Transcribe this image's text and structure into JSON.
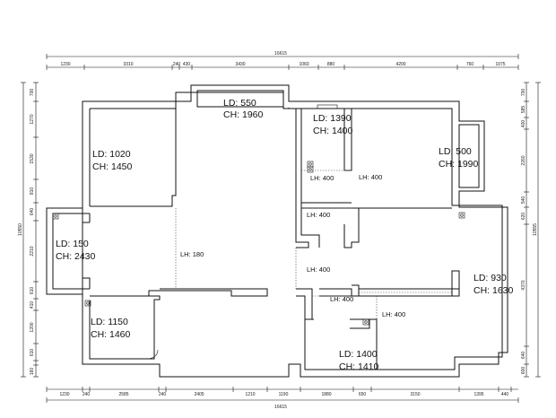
{
  "dimensions": {
    "top_total": "16615",
    "bottom_total": "16615",
    "top_segments": [
      "1230",
      "3310",
      "240",
      "430",
      "3430",
      "1060",
      "880",
      "4200",
      "760",
      "1075"
    ],
    "bottom_segments": [
      "1230",
      "240",
      "2585",
      "240",
      "2405",
      "1210",
      "1190",
      "1880",
      "650",
      "3150",
      "1395",
      "440"
    ],
    "left_total": "10550",
    "right_total": "10555",
    "left_segments": [
      "700",
      "1270",
      "1530",
      "810",
      "640",
      "2210",
      "610",
      "410",
      "1200",
      "610",
      "160"
    ],
    "right_segments": [
      "700",
      "585",
      "400",
      "2260",
      "540",
      "620",
      "4370",
      "640",
      "600"
    ]
  },
  "rooms": [
    {
      "ld": "LD: 550",
      "ch": "CH: 1960"
    },
    {
      "ld": "LD: 1020",
      "ch": "CH: 1450"
    },
    {
      "ld": "LD: 150",
      "ch": "CH: 2430"
    },
    {
      "ld": "LD: 1150",
      "ch": "CH: 1460"
    },
    {
      "ld": "LD: 1390",
      "ch": "CH: 1400"
    },
    {
      "ld": "LD: 500",
      "ch": "CH: 1990"
    },
    {
      "ld": "LD: 930",
      "ch": "CH: 1630"
    },
    {
      "ld": "LD: 1400",
      "ch": "CH: 1410"
    }
  ],
  "lintels": [
    {
      "text": "LH: 180"
    },
    {
      "text": "LH: 400"
    },
    {
      "text": "LH: 400"
    },
    {
      "text": "LH: 400"
    },
    {
      "text": "LH: 400"
    },
    {
      "text": "LH: 400"
    },
    {
      "text": "LH: 400"
    }
  ]
}
